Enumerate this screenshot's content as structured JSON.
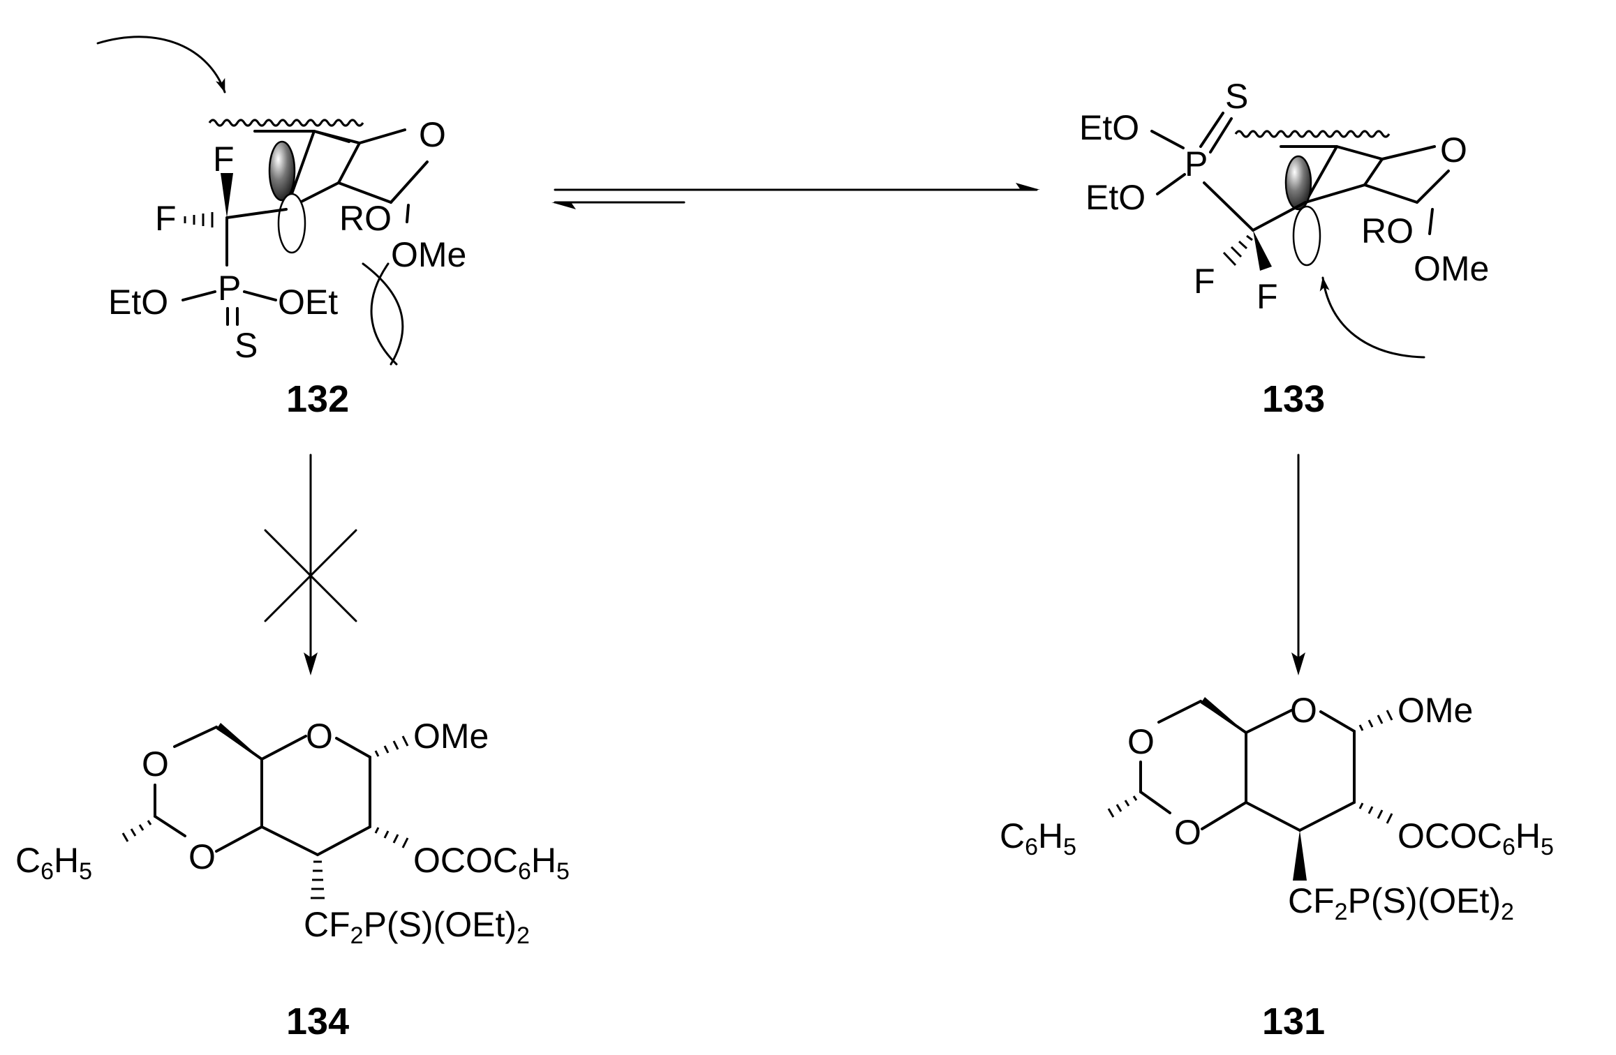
{
  "compounds": {
    "c132": {
      "label": "132",
      "F_top": "F",
      "F_left": "F",
      "ring_O": "O",
      "RO": "RO",
      "OMe": "OMe",
      "EtO": "EtO",
      "P": "P",
      "OEt": "OEt",
      "S": "S"
    },
    "c133": {
      "label": "133",
      "S": "S",
      "EtO_top": "EtO",
      "P": "P",
      "EtO_bottom": "EtO",
      "ring_O": "O",
      "RO": "RO",
      "OMe": "OMe",
      "F_left": "F",
      "F_right": "F"
    },
    "c134": {
      "label": "134",
      "O_ring": "O",
      "O_acetal_top": "O",
      "O_acetal_bottom": "O",
      "OMe": "OMe",
      "C6H5": {
        "C": "C",
        "n6": "6",
        "H": "H",
        "n5": "5"
      },
      "OCOC6H5": {
        "a": "OCOC",
        "n6": "6",
        "b": "H",
        "n5": "5"
      },
      "CF2P": {
        "a": "CF",
        "n2": "2",
        "b": "P(S)(OEt)",
        "n2b": "2"
      }
    },
    "c131": {
      "label": "131",
      "O_ring": "O",
      "O_acetal_top": "O",
      "O_acetal_bottom": "O",
      "OMe": "OMe",
      "C6H5": {
        "C": "C",
        "n6": "6",
        "H": "H",
        "n5": "5"
      },
      "OCOC6H5": {
        "a": "OCOC",
        "n6": "6",
        "b": "H",
        "n5": "5"
      },
      "CF2P": {
        "a": "CF",
        "n2": "2",
        "b": "P(S)(OEt)",
        "n2b": "2"
      }
    }
  },
  "arrows": {
    "equilibrium": "reversible, favouring 133",
    "to_134": "blocked",
    "to_131": "allowed"
  }
}
